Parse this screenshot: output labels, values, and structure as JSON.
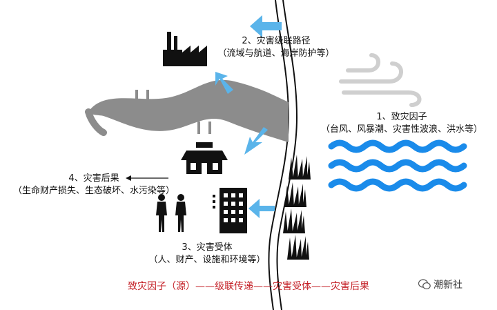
{
  "diagram": {
    "cause": {
      "title": "1、致灾因子",
      "detail": "（台风、风暴潮、灾害性波浪、洪水等）"
    },
    "path": {
      "title": "2、灾害级联路径",
      "detail": "（流域与航道、海岸防护等）"
    },
    "receptor": {
      "title": "3、灾害受体",
      "detail": "（人、财产、设施和环境等）"
    },
    "consequence": {
      "title": "4、灾害后果",
      "detail": "（生命财产损失、生态破坏、水污染等）"
    },
    "chain": "致灾因子（源）——级联传递——灾害受体——灾害后果",
    "brand": "潮新社"
  },
  "colors": {
    "arrow": "#5ab4ea",
    "wave": "#1a8bea",
    "river": "#8c8c8c",
    "wind": "#cfcfcf",
    "chain_text": "#c42027"
  },
  "icons": [
    "factory-icon",
    "house-icon",
    "building-icon",
    "person-icon",
    "grass-icon",
    "wind-icon",
    "wave-icon",
    "wechat-icon"
  ]
}
